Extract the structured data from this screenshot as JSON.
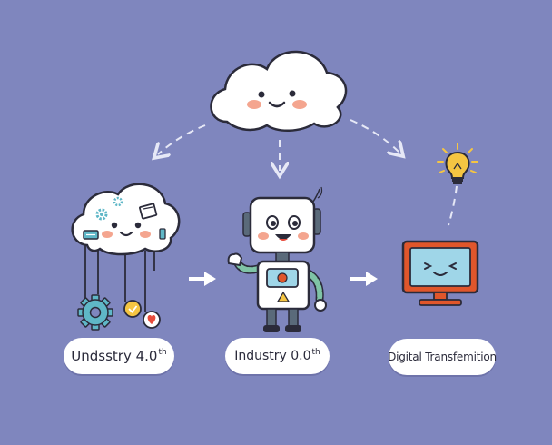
{
  "labels": [
    {
      "main": "Undsstry 4.0",
      "sup": "th"
    },
    {
      "main": "Industry 0.0",
      "sup": "th"
    },
    {
      "main": "Digital Transfemition",
      "sup": ""
    }
  ],
  "icons": [
    "cloud-icon",
    "cloud-network-icon",
    "robot-icon",
    "monitor-icon",
    "lightbulb-icon",
    "gear-icon",
    "heart-icon",
    "arrow-right-icon"
  ],
  "colors": {
    "background": "#7f86be",
    "cloud": "#ffffff",
    "outline": "#2b2b3a",
    "cheek": "#f4a58f",
    "teal": "#5fb7c7",
    "monitor": "#e0562b",
    "screen": "#9fd6e8",
    "bulb": "#f5c542",
    "heart": "#e74c3c"
  }
}
